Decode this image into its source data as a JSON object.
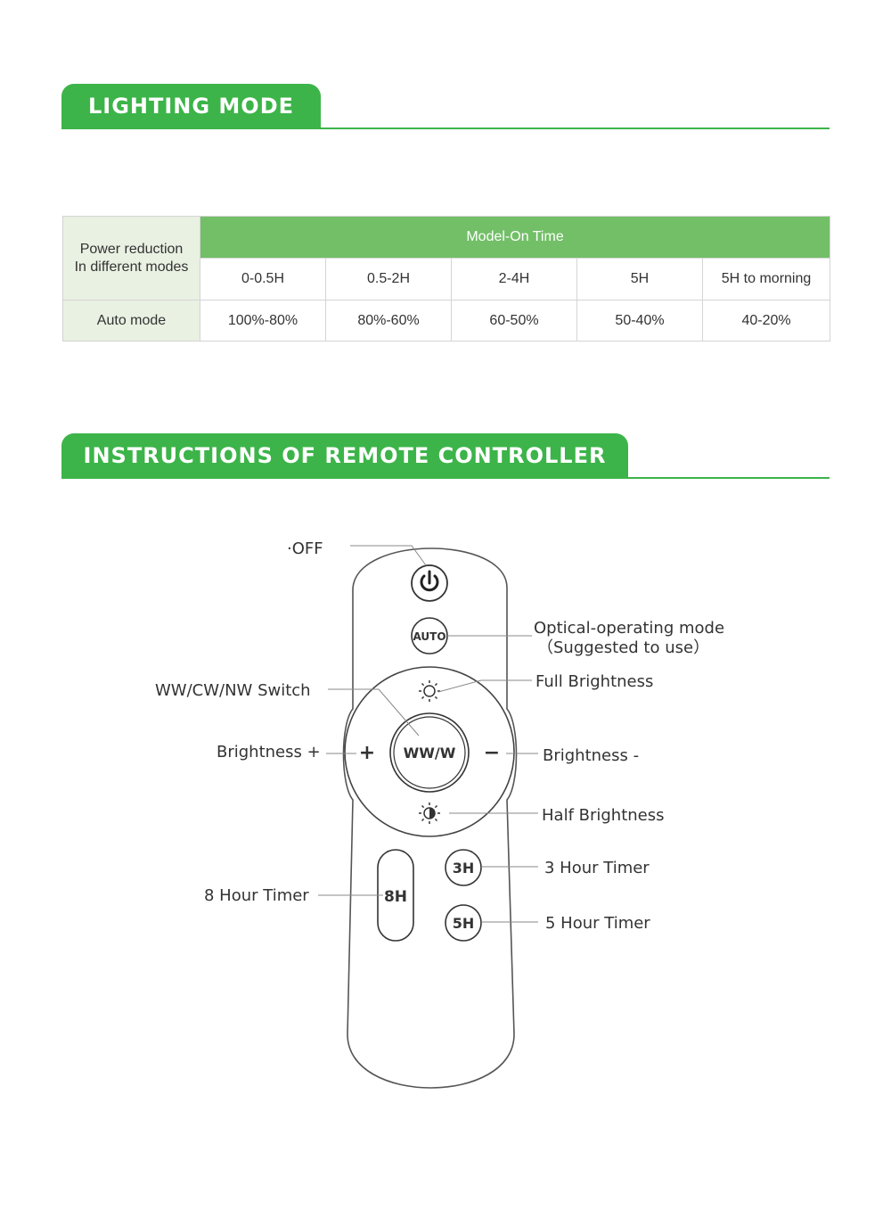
{
  "sections": {
    "lighting_title": "LIGHTING MODE",
    "remote_title": "INSTRUCTIONS OF REMOTE CONTROLLER"
  },
  "colors": {
    "accent": "#3cb449",
    "table_header": "#72bf67",
    "row_header_bg": "#e9f1e2"
  },
  "table": {
    "corner_line1": "Power reduction",
    "corner_line2": "In different modes",
    "group_header": "Model-On Time",
    "columns": [
      "0-0.5H",
      "0.5-2H",
      "2-4H",
      "5H",
      "5H to morning"
    ],
    "rows": [
      {
        "label": "Auto mode",
        "values": [
          "100%-80%",
          "80%-60%",
          "60-50%",
          "50-40%",
          "40-20%"
        ]
      }
    ]
  },
  "remote": {
    "buttons": {
      "auto": "AUTO",
      "center": "WW/W",
      "plus": "+",
      "minus": "−",
      "h8": "8H",
      "h3": "3H",
      "h5": "5H"
    },
    "icons": [
      "power-icon",
      "full-brightness-icon",
      "half-brightness-icon"
    ],
    "labels": {
      "off": "·OFF",
      "optical_1": "Optical-operating mode",
      "optical_2": "（Suggested to use）",
      "full_brightness": "Full Brightness",
      "ww_switch": "WW/CW/NW Switch",
      "brightness_plus": "Brightness +",
      "brightness_minus": "Brightness -",
      "half_brightness": "Half Brightness",
      "hour3": "3 Hour Timer",
      "hour8": "8 Hour Timer",
      "hour5": "5 Hour Timer"
    }
  }
}
